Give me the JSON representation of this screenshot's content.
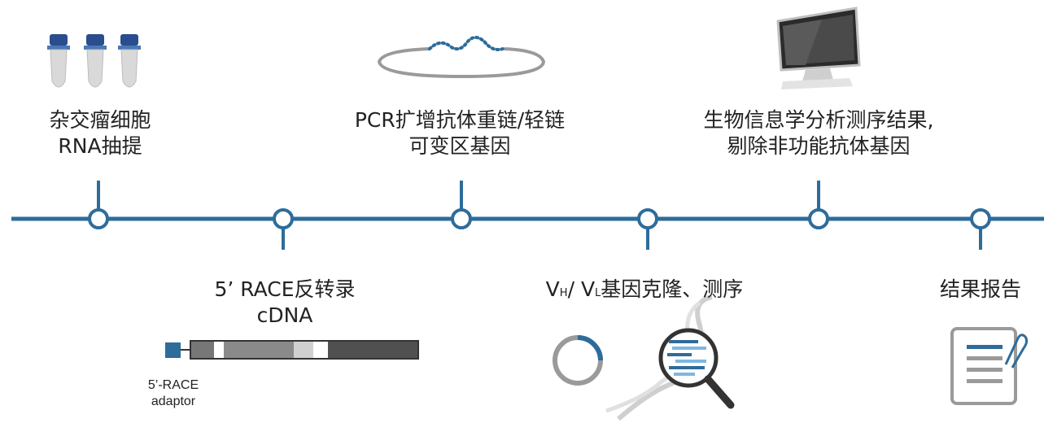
{
  "steps": [
    {
      "line1": "杂交瘤细胞",
      "line2": "RNA抽提"
    },
    {
      "line1": "5’ RACE反转录",
      "line2": "cDNA"
    },
    {
      "line1": "PCR扩增抗体重链/轻链",
      "line2": "可变区基因"
    },
    {
      "v": "V",
      "h": "H",
      "v2": "V",
      "l": "L",
      "rest": "基因克隆、测序"
    },
    {
      "line1": "生物信息学分析测序结果,",
      "line2": "剔除非功能抗体基因"
    },
    {
      "line1": "结果报告"
    }
  ],
  "adaptor": {
    "line1": "5’-RACE",
    "line2": "adaptor"
  },
  "colors": {
    "timeline": "#2e6c9a",
    "accent": "#3a7ab0",
    "light": "#7fb7e0",
    "grey": "#9a9a9a"
  }
}
